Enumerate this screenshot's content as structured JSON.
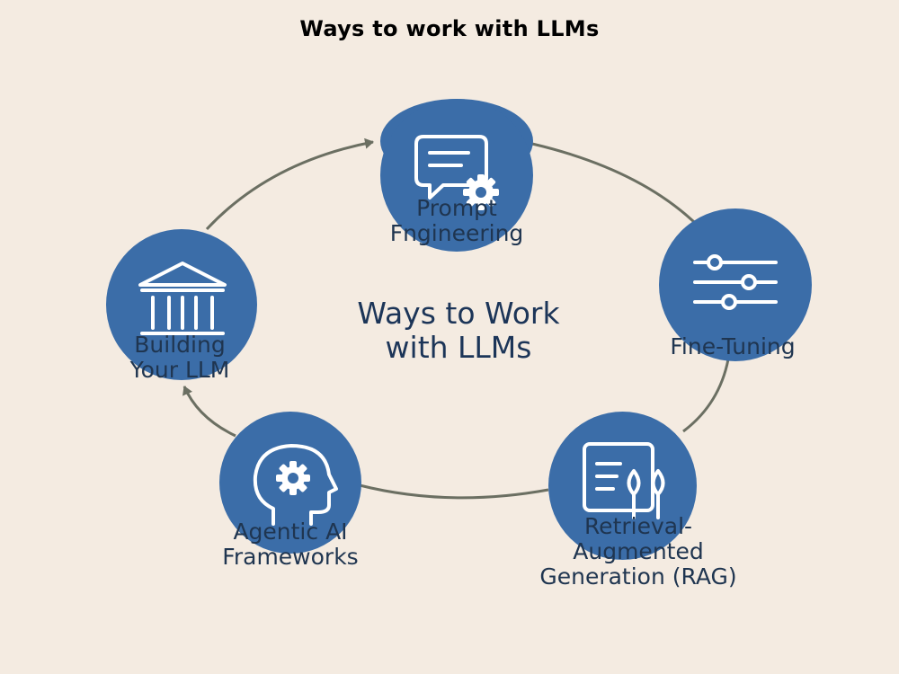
{
  "header": {
    "title": "Ways to work with LLMs"
  },
  "center": {
    "title": "Ways to Work\nwith LLMs"
  },
  "nodes": [
    {
      "label": "Prompt\nFngineering",
      "icon": "chat-gear-icon"
    },
    {
      "label": "Fine-Tuning",
      "icon": "sliders-icon"
    },
    {
      "label": "Retrieval-\nAugmented\nGeneration (RAG)",
      "icon": "document-plants-icon"
    },
    {
      "label": "Agentic AI\nFrameworks",
      "icon": "head-gear-icon"
    },
    {
      "label": "Building\nYour LLM",
      "icon": "building-icon"
    }
  ],
  "colors": {
    "background": "#f4ebe1",
    "node_fill": "#3b6da8",
    "icon_stroke": "#ffffff",
    "text": "#1f3550",
    "connector": "#6b6f62"
  }
}
